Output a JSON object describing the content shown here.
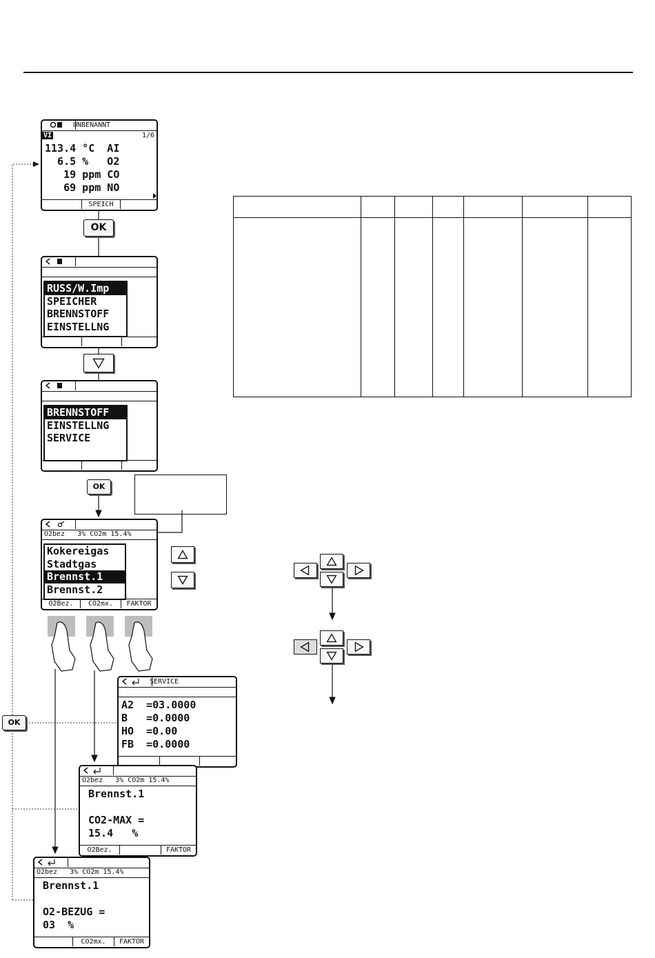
{
  "screen1": {
    "status_name": "UNBENANNT",
    "badge": "VI",
    "page": "1/6",
    "rows": [
      "113.4 °C  AI",
      "  6.5 %   O2",
      "   19 ppm CO",
      "   69 ppm NO"
    ],
    "soft_keys": [
      "",
      "SPEICH",
      ""
    ]
  },
  "ok_label": "OK",
  "screen2": {
    "menu": [
      "RUSS/W.Imp",
      "SPEICHER",
      "BRENNSTOFF",
      "EINSTELLNG"
    ],
    "selected": 0
  },
  "screen3": {
    "menu": [
      "BRENNSTOFF",
      "EINSTELLNG",
      "SERVICE"
    ],
    "selected": 0
  },
  "screen4": {
    "subheader": "O2bez   3% CO2m 15.4%",
    "menu": [
      "Kokereigas",
      "Stadtgas",
      "Brennst.1",
      "Brennst.2"
    ],
    "selected": 2,
    "soft_keys": [
      "O2Bez.",
      "CO2mx.",
      "FAKTOR"
    ]
  },
  "service_screen": {
    "title": "SERVICE",
    "rows": [
      "A2  =03.0000",
      "B   =0.0000",
      "HO  =0.00",
      "FB  =0.0000"
    ],
    "soft_keys": [
      "",
      "",
      ""
    ]
  },
  "co2_screen": {
    "subheader": "O2bez   3% CO2m 15.4%",
    "rows": [
      "Brennst.1",
      "",
      "CO2-MAX =",
      "15.4   %"
    ],
    "soft_keys": [
      "O2Bez.",
      "",
      "FAKTOR"
    ]
  },
  "o2_screen": {
    "subheader": "O2bez   3% CO2m 15.4%",
    "rows": [
      "Brennst.1",
      "",
      "O2-BEZUG =",
      "03  %"
    ],
    "soft_keys": [
      "",
      "CO2mx.",
      "FAKTOR"
    ]
  },
  "icons": [
    "wrench-icon",
    "printer-icon",
    "back-icon",
    "enter-icon",
    "up-arrow-icon",
    "down-arrow-icon",
    "left-arrow-icon",
    "right-arrow-icon",
    "hand-press-icon"
  ]
}
